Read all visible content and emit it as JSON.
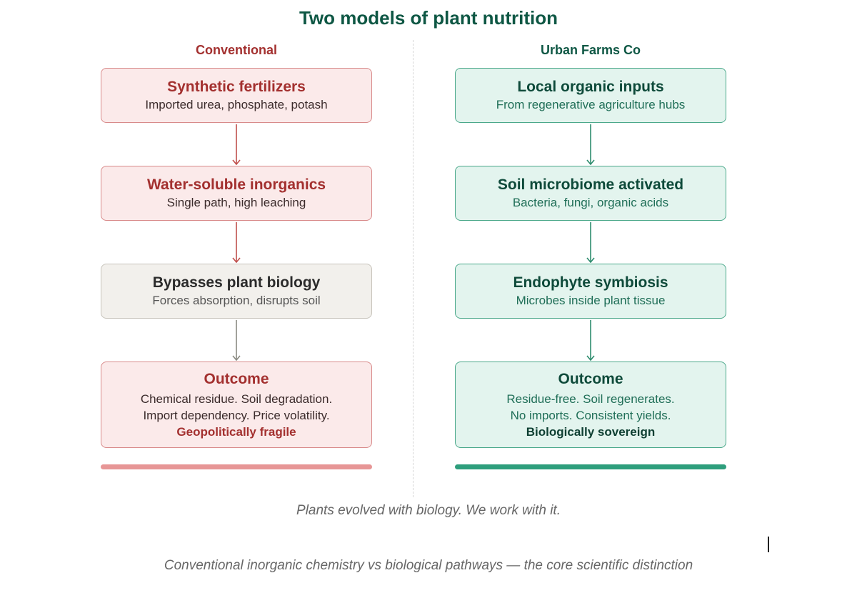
{
  "title": "Two models of plant nutrition",
  "left": {
    "heading": "Conventional",
    "boxes": [
      {
        "title": "Synthetic fertilizers",
        "sub": "Imported urea, phosphate, potash"
      },
      {
        "title": "Water-soluble inorganics",
        "sub": "Single path, high leaching"
      },
      {
        "title": "Bypasses plant biology",
        "sub": "Forces absorption, disrupts soil"
      },
      {
        "title": "Outcome",
        "lines": [
          "Chemical residue. Soil degradation.",
          "Import dependency. Price volatility."
        ],
        "emphasis": "Geopolitically fragile"
      }
    ]
  },
  "right": {
    "heading": "Urban Farms Co",
    "boxes": [
      {
        "title": "Local organic inputs",
        "sub": "From regenerative agriculture hubs"
      },
      {
        "title": "Soil microbiome activated",
        "sub": "Bacteria, fungi, organic acids"
      },
      {
        "title": "Endophyte symbiosis",
        "sub": "Microbes inside plant tissue"
      },
      {
        "title": "Outcome",
        "lines": [
          "Residue-free. Soil regenerates.",
          "No imports. Consistent yields."
        ],
        "emphasis": "Biologically sovereign"
      }
    ]
  },
  "tagline": "Plants evolved with biology. We work with it.",
  "caption": "Conventional inorganic chemistry vs biological pathways — the core scientific distinction",
  "colors": {
    "title": "#0e5744",
    "conventional_accent": "#a3302f",
    "conventional_bar": "#e79696",
    "urban_accent": "#0e5744",
    "urban_bar": "#2e9e7c",
    "neutral_arrow": "#8a8a82"
  }
}
